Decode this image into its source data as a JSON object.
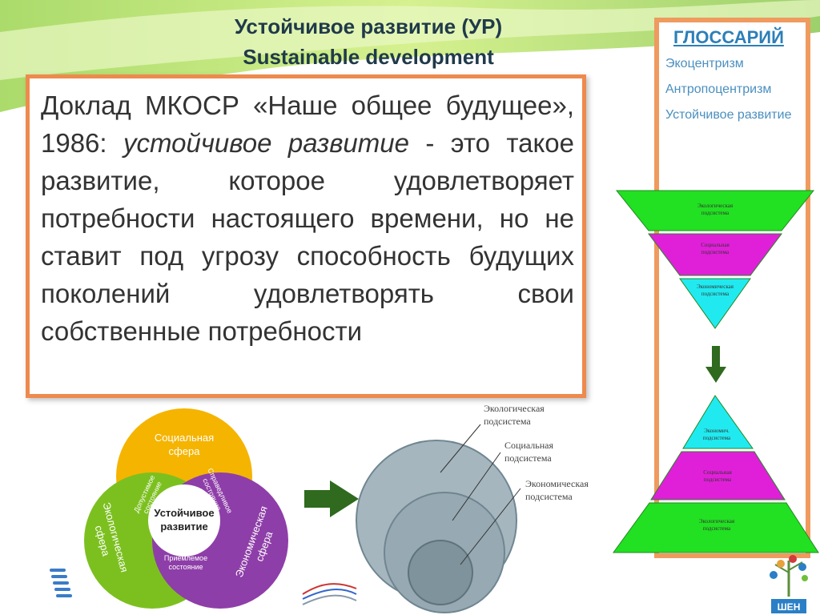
{
  "title": {
    "line1": "Устойчивое развитие  (УР)",
    "line2": "Sustainable development"
  },
  "definition": {
    "intro": "Доклад МКОСР «Наше общее будущее», 1986:",
    "term": "устойчивое развитие",
    "rest": "- это такое развитие, которое удовлетворяет потребности настоящего времени, но не ставит под угрозу способность будущих поколений удовлетворять свои собственные потребности"
  },
  "glossary": {
    "title": "ГЛОССАРИЙ",
    "items": [
      "Экоцентризм",
      "Антропоцентризм",
      "Устойчивое развитие"
    ]
  },
  "venn": {
    "social": [
      "Социальная",
      "сфера"
    ],
    "ecological": [
      "Экологическая",
      "сфера"
    ],
    "economic": [
      "Экономическая",
      "сфера"
    ],
    "center": [
      "Устойчивое",
      "развитие"
    ],
    "admissible": [
      "Допустимое",
      "состояние"
    ],
    "fair": [
      "Справедливое",
      "состояние"
    ],
    "acceptable": [
      "Приемлемое",
      "состояние"
    ]
  },
  "circles": {
    "ecological": [
      "Экологическая",
      "подсистема"
    ],
    "social": [
      "Социальная",
      "подсистема"
    ],
    "economic": [
      "Экономическая",
      "подсистема"
    ]
  },
  "inverted_pyramid": {
    "top": [
      "Экологическая",
      "подсистема"
    ],
    "middle": [
      "Социальная",
      "подсистема"
    ],
    "bottom": [
      "Экономическая",
      "подсистема"
    ]
  },
  "pyramid": {
    "top": [
      "Экономич.",
      "подсистема"
    ],
    "middle": [
      "Социальная",
      "подсистема"
    ],
    "bottom": [
      "Экологическая",
      "подсистема"
    ]
  },
  "logo_text": "ШЕН",
  "colors": {
    "border": "#ee8a4d",
    "green": "#22e022",
    "magenta": "#e020d8",
    "cyan": "#20eaf0",
    "arrow_green": "#2f6a1e"
  }
}
